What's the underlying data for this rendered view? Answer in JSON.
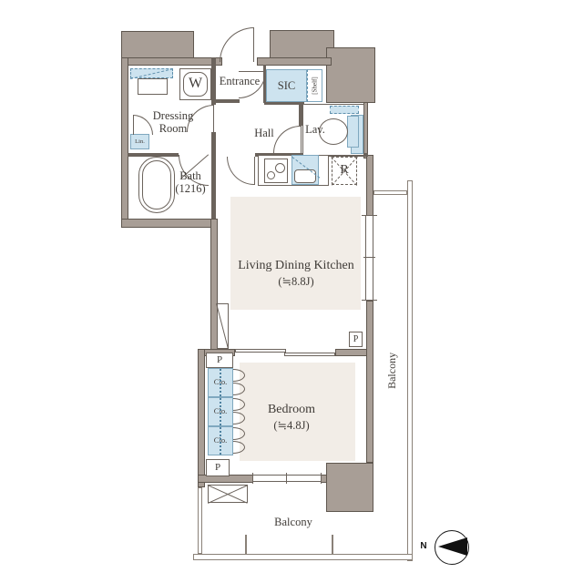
{
  "rooms": {
    "entrance": {
      "label": "Entrance"
    },
    "sic": {
      "label": "SIC",
      "shelf": "[Shelf]"
    },
    "dressing_room": {
      "line1": "Dressing",
      "line2": "Room"
    },
    "hall": {
      "label": "Hall"
    },
    "lavatory": {
      "label": "Lav."
    },
    "bath": {
      "label": "Bath",
      "size": "(1216)"
    },
    "ldk": {
      "label": "Living Dining Kitchen",
      "size": "(≒8.8J)"
    },
    "bedroom": {
      "label": "Bedroom",
      "size": "(≒4.8J)"
    },
    "balcony_side": {
      "label": "Balcony"
    },
    "balcony_bottom": {
      "label": "Balcony"
    }
  },
  "fixtures": {
    "washing_machine": "W",
    "linen": "Lin.",
    "refrigerator": "R",
    "closets": [
      {
        "label": "Clo."
      },
      {
        "label": "Clo."
      },
      {
        "label": "Clo."
      }
    ],
    "pillars": [
      {
        "label": "P"
      },
      {
        "label": "P"
      },
      {
        "label": "P"
      }
    ]
  },
  "compass": {
    "north": "N"
  },
  "colors": {
    "wall": "#a89e96",
    "fixture_blue": "#cde3ef",
    "floor_beige": "#f2ede7",
    "line": "#6b635c"
  }
}
